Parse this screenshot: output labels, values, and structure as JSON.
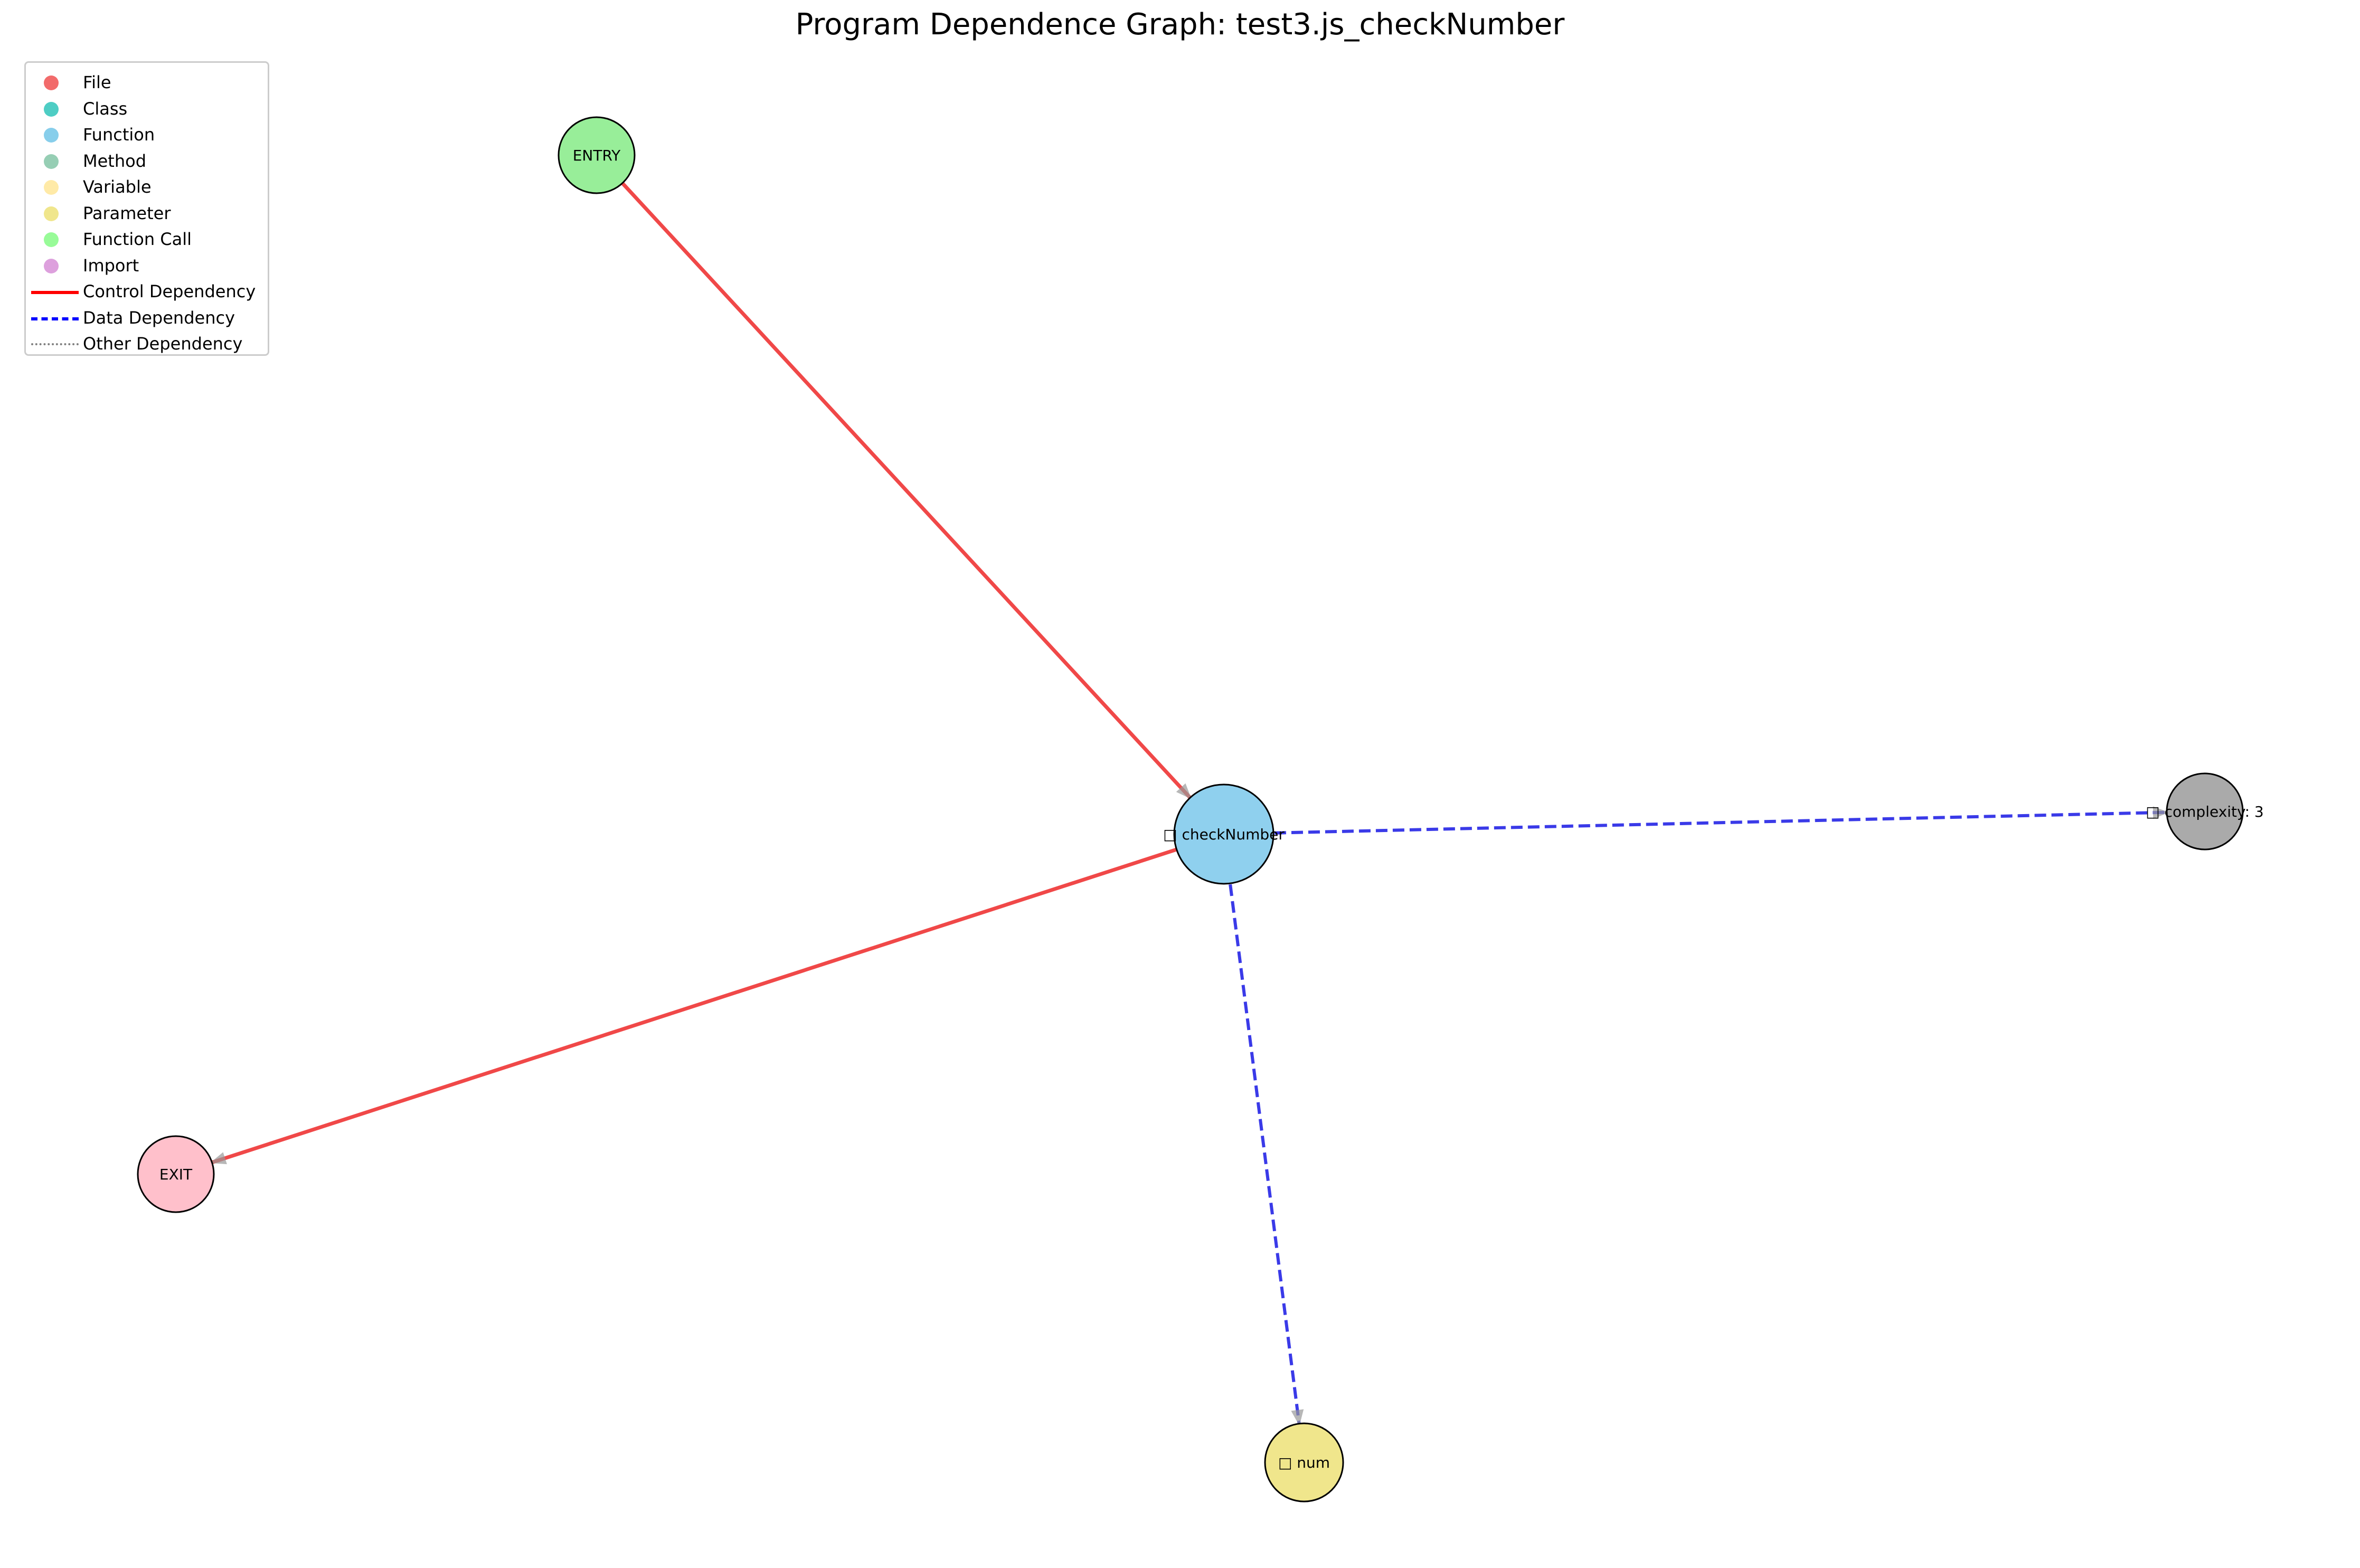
{
  "title": "Program Dependence Graph: test3.js_checkNumber",
  "legend": {
    "items": [
      {
        "label": "File",
        "kind": "dot",
        "color": "#f26b6b"
      },
      {
        "label": "Class",
        "kind": "dot",
        "color": "#4ecdc4"
      },
      {
        "label": "Function",
        "kind": "dot",
        "color": "#87ceeb"
      },
      {
        "label": "Method",
        "kind": "dot",
        "color": "#96ceb4"
      },
      {
        "label": "Variable",
        "kind": "dot",
        "color": "#ffeaa7"
      },
      {
        "label": "Parameter",
        "kind": "dot",
        "color": "#f0e68c"
      },
      {
        "label": "Function Call",
        "kind": "dot",
        "color": "#98fb98"
      },
      {
        "label": "Import",
        "kind": "dot",
        "color": "#dda0dd"
      },
      {
        "label": "Control Dependency",
        "kind": "solid",
        "color": "#ff0000"
      },
      {
        "label": "Data Dependency",
        "kind": "dashed",
        "color": "#0000ff"
      },
      {
        "label": "Other Dependency",
        "kind": "dotted",
        "color": "#808080"
      }
    ]
  },
  "nodes": [
    {
      "id": "entry",
      "label": "ENTRY",
      "color": "#98ee99"
    },
    {
      "id": "func",
      "label": "□ checkNumber",
      "color": "#8fd0ee"
    },
    {
      "id": "complexity",
      "label": "□ complexity: 3",
      "color": "#aaaaaa"
    },
    {
      "id": "exit",
      "label": "EXIT",
      "color": "#ffc0cb"
    },
    {
      "id": "num",
      "label": "□ num",
      "color": "#f0e68c"
    }
  ],
  "edges": [
    {
      "from": "entry",
      "to": "func",
      "type": "control",
      "color": "#f04848"
    },
    {
      "from": "func",
      "to": "exit",
      "type": "control",
      "color": "#f04848"
    },
    {
      "from": "func",
      "to": "complexity",
      "type": "data",
      "color": "#3a3ae8"
    },
    {
      "from": "func",
      "to": "num",
      "type": "data",
      "color": "#3a3ae8"
    }
  ]
}
